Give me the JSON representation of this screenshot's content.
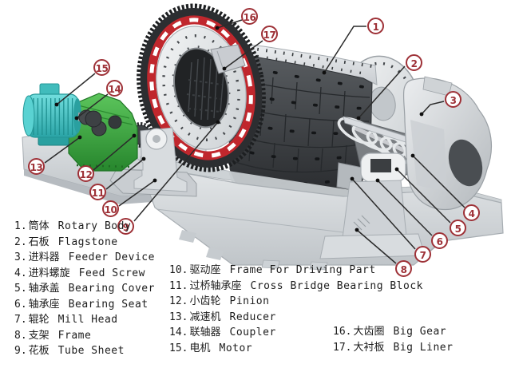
{
  "diagram": {
    "callouts": [
      {
        "label": "1"
      },
      {
        "label": "2"
      },
      {
        "label": "3"
      },
      {
        "label": "4"
      },
      {
        "label": "5"
      },
      {
        "label": "6"
      },
      {
        "label": "7"
      },
      {
        "label": "8"
      },
      {
        "label": "9"
      },
      {
        "label": "10"
      },
      {
        "label": "11"
      },
      {
        "label": "12"
      },
      {
        "label": "13"
      },
      {
        "label": "14"
      },
      {
        "label": "15"
      },
      {
        "label": "16"
      },
      {
        "label": "17"
      }
    ],
    "colors": {
      "callout_red": "#9e3137",
      "leader_line": "#2b2b2b",
      "gear_ring_red": "#c0272d",
      "gear_teeth_black": "#2c2e31",
      "motor_cyan": "#3cbcbc",
      "reducer_green": "#3aa23c",
      "machine_gray": "#d6dadd",
      "interior_dark": "#3a3d40",
      "background": "#ffffff"
    }
  },
  "legend": {
    "columns": [
      {
        "items": [
          {
            "num": "1.",
            "zh": "筒体",
            "en": "Rotary Body"
          },
          {
            "num": "2.",
            "zh": "石板",
            "en": "Flagstone"
          },
          {
            "num": "3.",
            "zh": "进料器",
            "en": "Feeder Device"
          },
          {
            "num": "4.",
            "zh": "进料螺旋",
            "en": "Feed Screw"
          },
          {
            "num": "5.",
            "zh": "轴承盖",
            "en": "Bearing Cover"
          },
          {
            "num": "6.",
            "zh": "轴承座",
            "en": "Bearing Seat"
          },
          {
            "num": "7.",
            "zh": "辊轮",
            "en": "Mill Head"
          },
          {
            "num": "8.",
            "zh": "支架",
            "en": "Frame"
          },
          {
            "num": "9.",
            "zh": "花板",
            "en": "Tube Sheet"
          }
        ]
      },
      {
        "items": [
          {
            "num": "10.",
            "zh": "驱动座",
            "en": "Frame For Driving Part"
          },
          {
            "num": "11.",
            "zh": "过桥轴承座",
            "en": "Cross Bridge Bearing Block"
          },
          {
            "num": "12.",
            "zh": "小齿轮",
            "en": "Pinion"
          },
          {
            "num": "13.",
            "zh": "减速机",
            "en": "Reducer"
          },
          {
            "num": "14.",
            "zh": "联轴器",
            "en": "Coupler"
          },
          {
            "num": "15.",
            "zh": "电机",
            "en": "Motor"
          }
        ]
      },
      {
        "items": [
          {
            "num": "16.",
            "zh": "大齿圈",
            "en": "Big Gear"
          },
          {
            "num": "17.",
            "zh": "大衬板",
            "en": "Big Liner"
          }
        ]
      }
    ]
  }
}
